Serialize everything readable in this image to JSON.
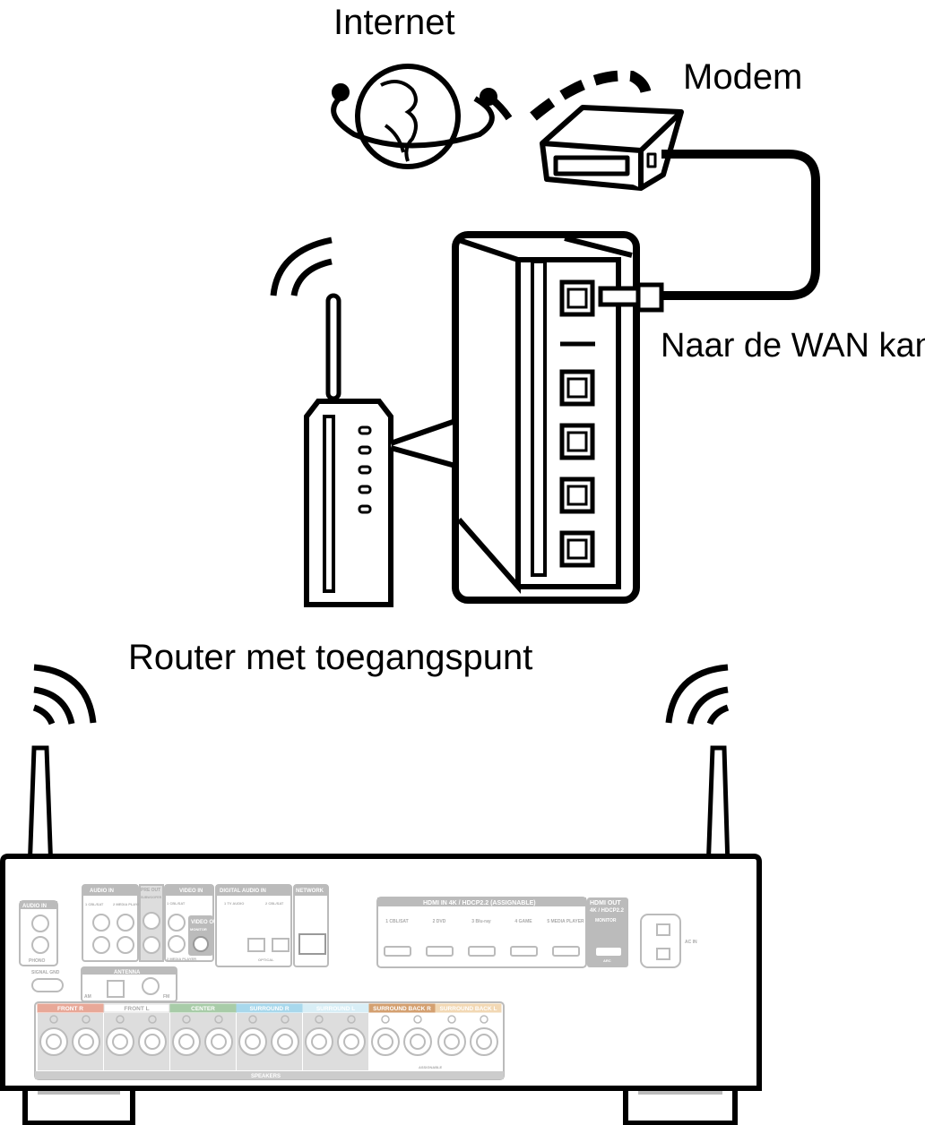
{
  "labels": {
    "internet": "Internet",
    "modem": "Modem",
    "wan": "Naar de WAN kant",
    "router": "Router met toegangspunt"
  },
  "receiver_panel": {
    "audio_in": "AUDIO IN",
    "phono": "PHONO",
    "signal_gnd": "SIGNAL GND",
    "audio_in_assignable": "AUDIO IN",
    "assignable": "(ASSIGNABLE)",
    "audio_in_1": "1 CBL/SAT",
    "audio_in_2": "2 MEDIA PLAYER",
    "pre_out": "PRE OUT",
    "subwoofer": "SUBWOOFER",
    "video_in": "VIDEO IN",
    "video_in_1": "1 CBL/SAT",
    "video_in_2": "2 MEDIA PLAYER",
    "video_out": "VIDEO OUT",
    "monitor": "MONITOR",
    "digital_audio_in": "DIGITAL AUDIO IN",
    "digital_1": "1 TV AUDIO",
    "digital_2": "2 CBL/SAT",
    "optical": "OPTICAL",
    "network": "NETWORK",
    "antenna": "ANTENNA",
    "am": "AM",
    "fm": "FM",
    "hdmi_in": "HDMI IN 4K / HDCP2.2 (ASSIGNABLE)",
    "hdmi_inputs": [
      "1 CBL/SAT",
      "2 DVD",
      "3 Blu-ray",
      "4 GAME",
      "5 MEDIA PLAYER"
    ],
    "hdmi_out": "HDMI OUT",
    "hdmi_out_spec": "4K / HDCP2.2",
    "hdmi_monitor": "MONITOR",
    "arc": "ARC",
    "ac_in": "AC IN",
    "speakers": [
      {
        "label": "FRONT R",
        "color": "#e8a898"
      },
      {
        "label": "FRONT L",
        "color": "#ffffff"
      },
      {
        "label": "CENTER",
        "color": "#a8cca8"
      },
      {
        "label": "SURROUND R",
        "color": "#a8d8ec"
      },
      {
        "label": "SURROUND L",
        "color": "#d8eef6"
      },
      {
        "label": "SURROUND BACK R",
        "color": "#d4a070"
      },
      {
        "label": "SURROUND BACK L",
        "color": "#f2d8b4"
      }
    ],
    "speakers_title": "SPEAKERS",
    "assignable_sb": "ASSIGNABLE"
  }
}
